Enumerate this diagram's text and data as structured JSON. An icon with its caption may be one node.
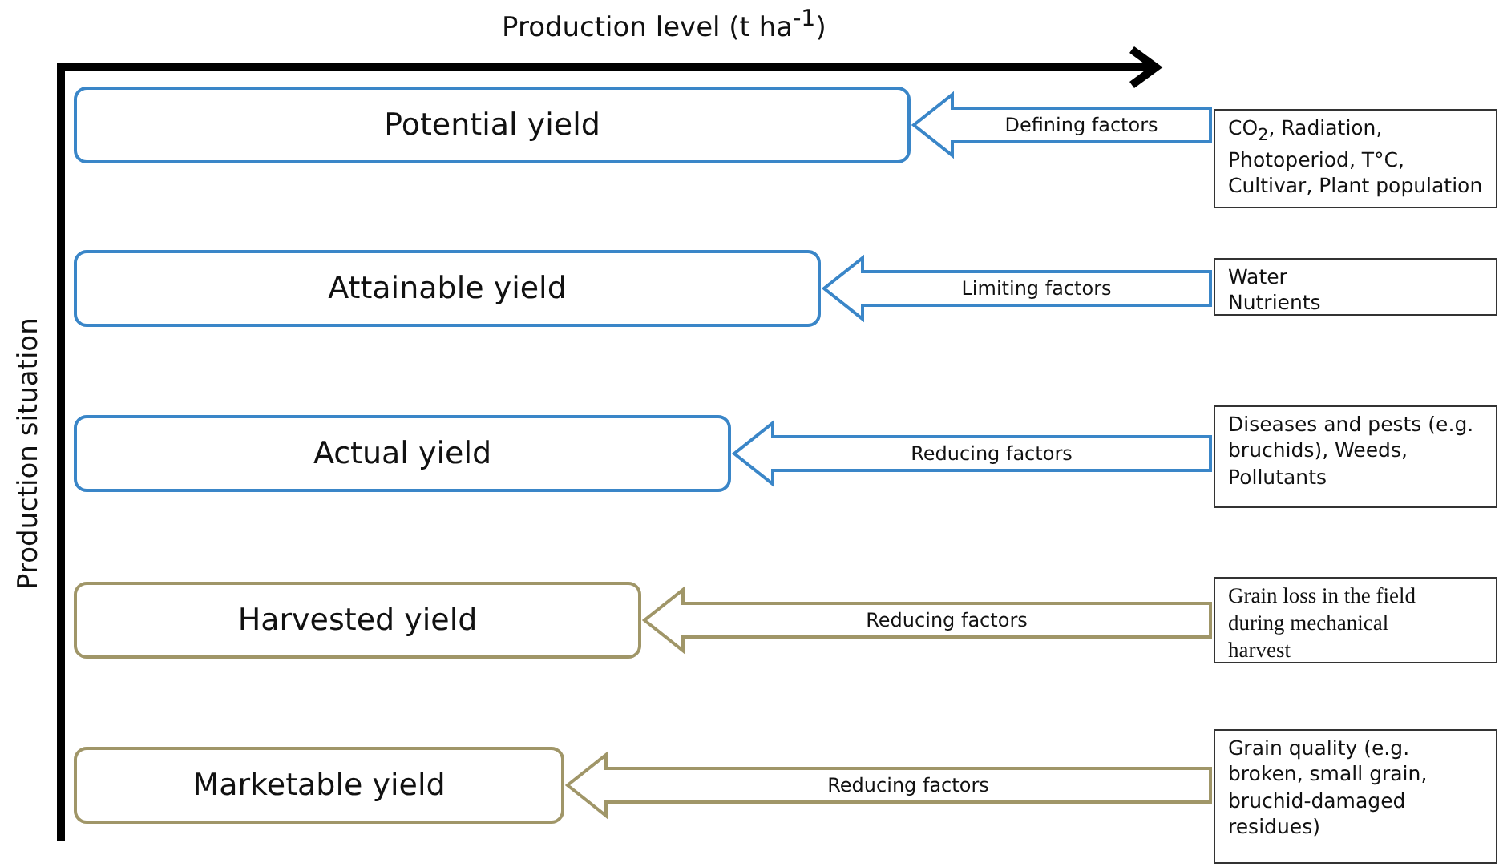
{
  "diagram": {
    "nodes": [
      {
        "text": [
          "Potential yield"
        ]
      },
      {
        "text": [
          "Attainable yield"
        ]
      },
      {
        "text": [
          "Actual yield"
        ]
      },
      {
        "text": [
          "Harvested yield"
        ]
      },
      {
        "text": [
          "Marketable yield"
        ]
      },
      {
        "text": [
          "CO$_{2}$, Radiation, Photoperiod, T°C, Cultivar, Plant population"
        ]
      },
      {
        "text": [
          "Water",
          "Nutrients"
        ]
      },
      {
        "text": [
          "Diseases and pests (e.g. bruchids), Weeds, Pollutants"
        ]
      },
      {
        "text": [
          "Grain loss in the field during mechanical harvest"
        ]
      },
      {
        "text": [
          "Grain quality (e.g. broken, small grain, bruchid-damaged residues)"
        ]
      }
    ],
    "edges": [
      {
        "from": 5,
        "to": 0,
        "arrow": "to",
        "label": "Defining factors"
      },
      {
        "from": 6,
        "to": 1,
        "arrow": "to",
        "label": "Limiting factors"
      },
      {
        "from": 7,
        "to": 2,
        "arrow": "to",
        "label": "Reducing factors"
      },
      {
        "from": 8,
        "to": 3,
        "arrow": "to",
        "label": "Reducing factors",
        "color": "#a09668"
      },
      {
        "from": 9,
        "to": 4,
        "arrow": "to",
        "label": "Reducing factors",
        "color": "#a09668"
      }
    ],
    "labels": [
      "Production level (t ha$^{-1}$)",
      "Production situation"
    ]
  }
}
